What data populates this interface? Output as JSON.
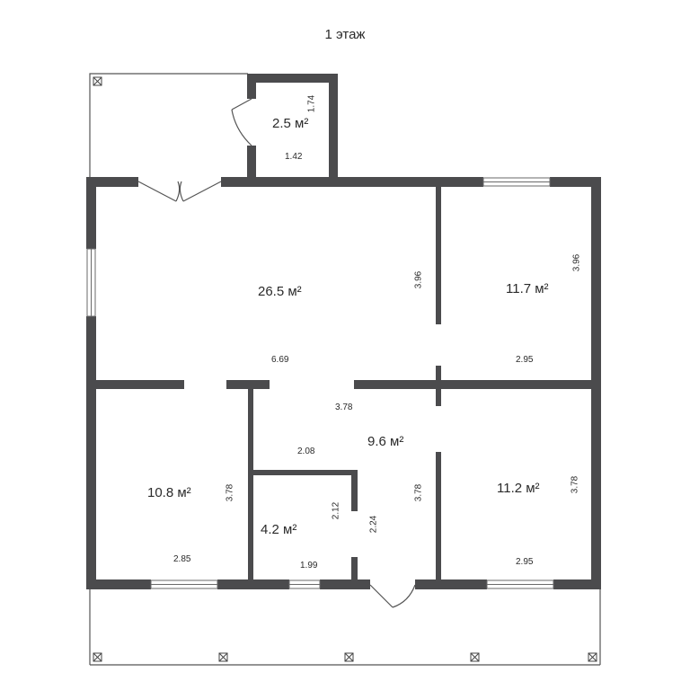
{
  "title": "1 этаж",
  "rooms": [
    {
      "area": "26.5 м²",
      "width": "6.69",
      "height": "3.96"
    },
    {
      "area": "11.7 м²",
      "width": "2.95",
      "height": "3.96"
    },
    {
      "area": "9.6 м²",
      "width": "3.78",
      "height": "3.78",
      "side": "2.08"
    },
    {
      "area": "10.8 м²",
      "width": "2.85",
      "height": "3.78"
    },
    {
      "area": "4.2 м²",
      "width": "1.99",
      "height": "2.12",
      "side": "2.24"
    },
    {
      "area": "11.2 м²",
      "width": "2.95",
      "height": "3.78"
    },
    {
      "area": "2.5 м²",
      "width": "1.42",
      "height": "1.74"
    }
  ],
  "colors": {
    "wall": "#4b4b4d",
    "window": "#9a9a9a",
    "text": "#2a2a2a"
  }
}
